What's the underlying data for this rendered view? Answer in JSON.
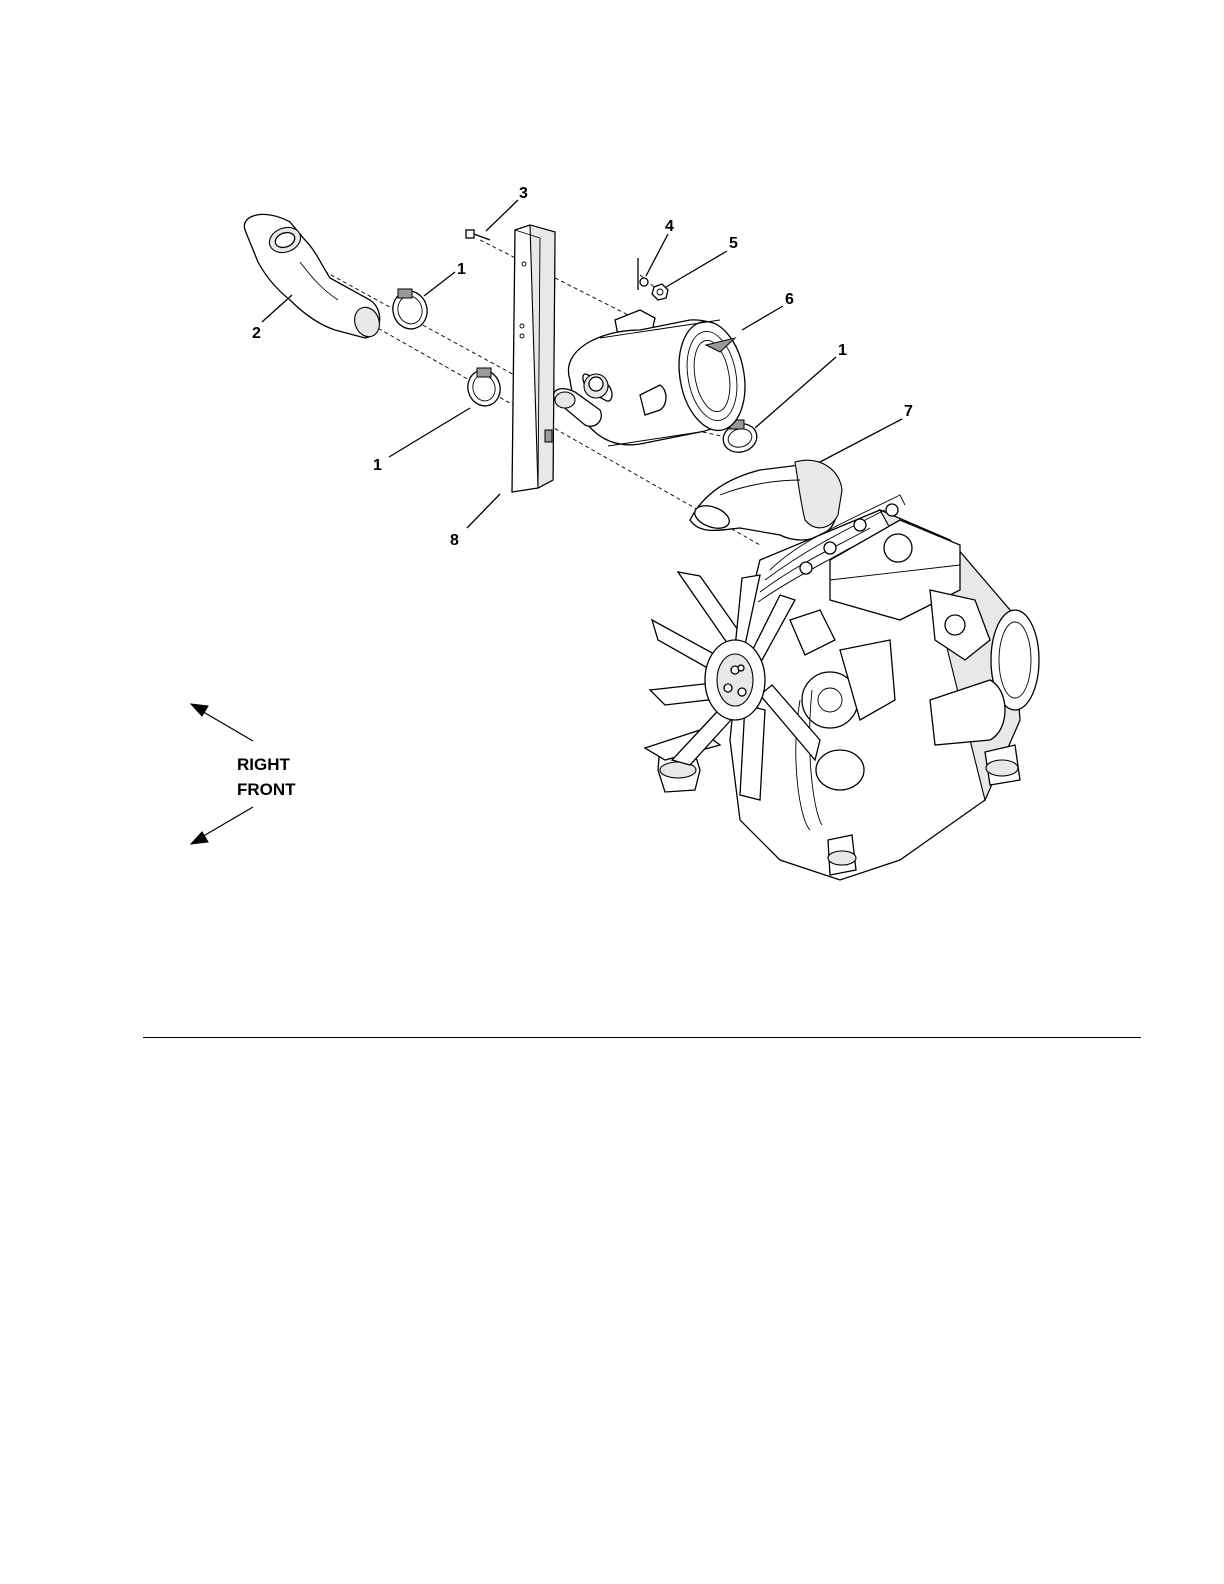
{
  "callouts": [
    {
      "label": "3"
    },
    {
      "label": "4"
    },
    {
      "label": "5"
    },
    {
      "label": "1"
    },
    {
      "label": "6"
    },
    {
      "label": "2"
    },
    {
      "label": "1"
    },
    {
      "label": "7"
    },
    {
      "label": "1"
    },
    {
      "label": "8"
    }
  ],
  "direction": {
    "right_label": "RIGHT",
    "front_label": "FRONT"
  }
}
